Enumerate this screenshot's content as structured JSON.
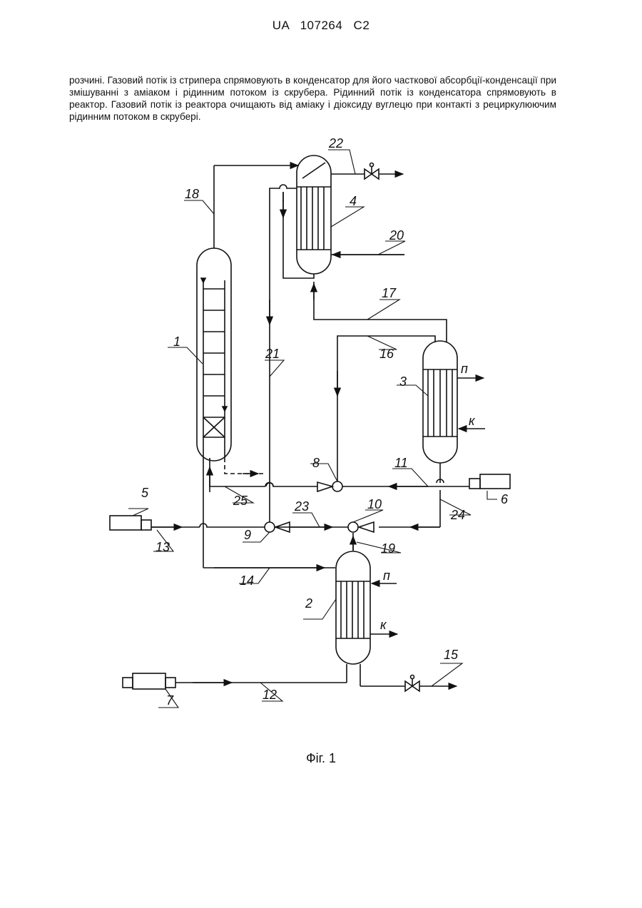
{
  "header": {
    "patent_id": "UA  107264  C2"
  },
  "paragraph": "розчині. Газовий потік із стрипера спрямовують в конденсатор для його часткової абсорбції-конденсації при змішуванні з аміаком і рідинним потоком із скрубера. Рідинний потік із конденсатора спрямовують в реактор. Газовий потік із реактора очищають від аміаку і діоксиду вуглецю при контакті з рециркулюючим рідинним потоком в скрубері.",
  "figure": {
    "caption": "Фіг. 1",
    "labels": {
      "n1": "1",
      "n2": "2",
      "n3": "3",
      "n4": "4",
      "n5": "5",
      "n6": "6",
      "n7": "7",
      "n8": "8",
      "n9": "9",
      "n10": "10",
      "n11": "11",
      "n12": "12",
      "n13": "13",
      "n14": "14",
      "n15": "15",
      "n16": "16",
      "n17": "17",
      "n18": "18",
      "n19": "19",
      "n20": "20",
      "n21": "21",
      "n22": "22",
      "n23": "23",
      "n24": "24",
      "n25": "25",
      "p1": "п",
      "k1": "к",
      "p2": "п",
      "k2": "к"
    }
  }
}
